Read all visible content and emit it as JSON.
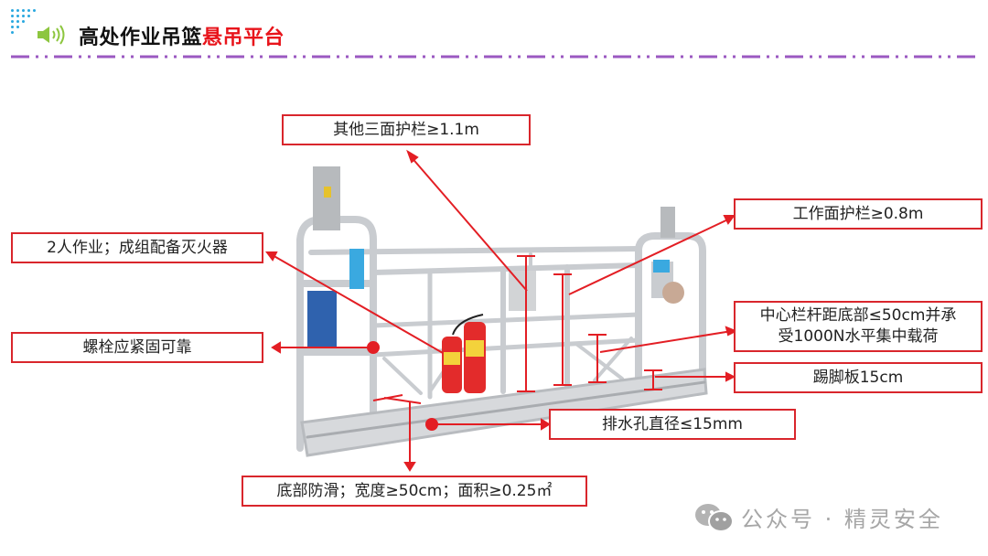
{
  "header": {
    "title_main": "高处作业吊篮",
    "title_highlight": "悬吊平台",
    "accent_color": "#e8141b",
    "divider_color": "#9b59c1",
    "speaker_icon_color": "#8dc63f",
    "dots_color": "#29a8e0"
  },
  "figure": {
    "subject": "suspended-platform-gondola",
    "callouts": [
      {
        "id": "other-rails",
        "text": "其他三面护栏≥1.1m"
      },
      {
        "id": "work-rail",
        "text": "工作面护栏≥0.8m"
      },
      {
        "id": "two-person",
        "text": "2人作业；成组配备灭火器"
      },
      {
        "id": "bolts",
        "text": "螺栓应紧固可靠"
      },
      {
        "id": "middle-rail",
        "line1": "中心栏杆距底部≤50cm并承",
        "line2": "受1000N水平集中载荷"
      },
      {
        "id": "toe-board",
        "text": "踢脚板15cm"
      },
      {
        "id": "drain-hole",
        "text": "排水孔直径≤15mm"
      },
      {
        "id": "floor",
        "text": "底部防滑；宽度≥50cm；面积≥0.25㎡"
      }
    ],
    "annotation_color": "#e31e24"
  },
  "watermark": {
    "icon": "wechat-icon",
    "text": "公众号 · 精灵安全"
  }
}
